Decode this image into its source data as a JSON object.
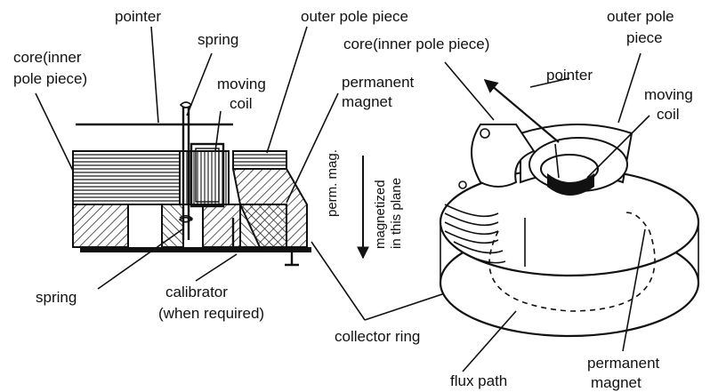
{
  "labels": {
    "pointer_left": "pointer",
    "outer_pole_piece_left": "outer pole piece",
    "spring_top": "spring",
    "core_inner_left_1": "core(inner",
    "core_inner_left_2": "pole piece)",
    "moving_coil_left_1": "moving",
    "moving_coil_left_2": "coil",
    "permanent_magnet_left_1": "permanent",
    "permanent_magnet_left_2": "magnet",
    "perm_mag": "perm. mag.",
    "magnetized_1": "magnetized",
    "magnetized_2": "in this plane",
    "spring_bottom": "spring",
    "calibrator_1": "calibrator",
    "calibrator_2": "(when required)",
    "collector_ring": "collector ring",
    "core_inner_right": "core(inner pole piece)",
    "outer_pole_piece_right_1": "outer pole",
    "outer_pole_piece_right_2": "piece",
    "pointer_right": "pointer",
    "moving_coil_right_1": "moving",
    "moving_coil_right_2": "coil",
    "flux_path": "flux path",
    "permanent_magnet_right_1": "permanent",
    "permanent_magnet_right_2": "magnet"
  }
}
